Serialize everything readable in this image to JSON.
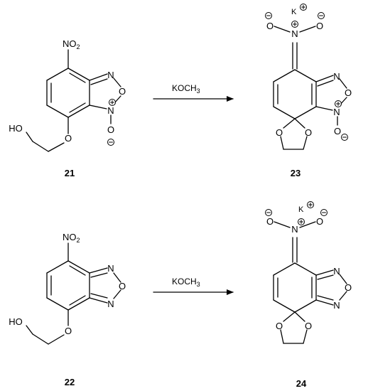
{
  "reactions": [
    {
      "reactant": {
        "label": "21",
        "atoms": {
          "nitro": "NO",
          "nitro_sub": "2",
          "n_top": "N",
          "o_ring": "O",
          "n_oxide": "N",
          "o_minus": "O",
          "o_ether": "O",
          "ho": "HO"
        }
      },
      "reagent": {
        "text": "KOCH",
        "sub": "3"
      },
      "product": {
        "label": "23",
        "atoms": {
          "k": "K",
          "o_left": "O",
          "n_nitronate": "N",
          "o_right": "O",
          "n_top": "N",
          "o_ring": "O",
          "n_oxide": "N",
          "o_minus": "O",
          "o_ketal_left": "O",
          "o_ketal_right": "O"
        }
      }
    },
    {
      "reactant": {
        "label": "22",
        "atoms": {
          "nitro": "NO",
          "nitro_sub": "2",
          "n_top": "N",
          "o_ring": "O",
          "n_bottom": "N",
          "o_ether": "O",
          "ho": "HO"
        }
      },
      "reagent": {
        "text": "KOCH",
        "sub": "3"
      },
      "product": {
        "label": "24",
        "atoms": {
          "k": "K",
          "o_left": "O",
          "n_nitronate": "N",
          "o_right": "O",
          "n_top": "N",
          "o_ring": "O",
          "n_bottom": "N",
          "o_ketal_left": "O",
          "o_ketal_right": "O"
        }
      }
    }
  ]
}
